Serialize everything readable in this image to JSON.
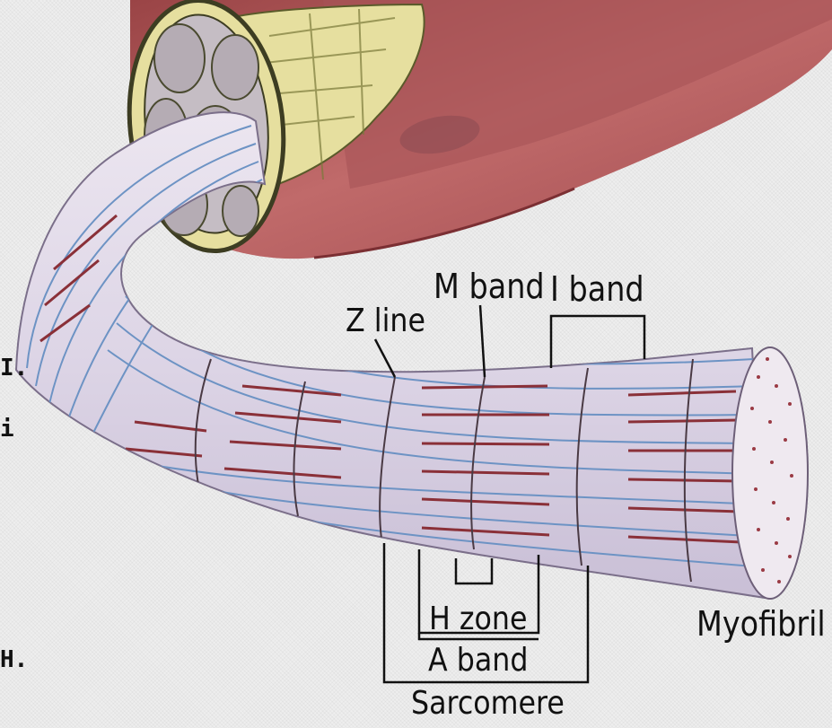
{
  "labels": {
    "m_band": "M band",
    "i_band": "I band",
    "z_line": "Z line",
    "h_zone": "H zone",
    "a_band": "A band",
    "sarcomere": "Sarcomere",
    "myofibril": "Myofibril"
  },
  "side_marks": {
    "top": "I.",
    "middle": "i",
    "bottom": "H."
  },
  "colors": {
    "background": "#eeeeee",
    "muscle_red": "#b45a5c",
    "myofibril_body": "#ded6e6",
    "actin_blue": "#6d93c4",
    "myosin_red": "#7a2a33",
    "endomysium_yellow": "#e6df9f"
  }
}
